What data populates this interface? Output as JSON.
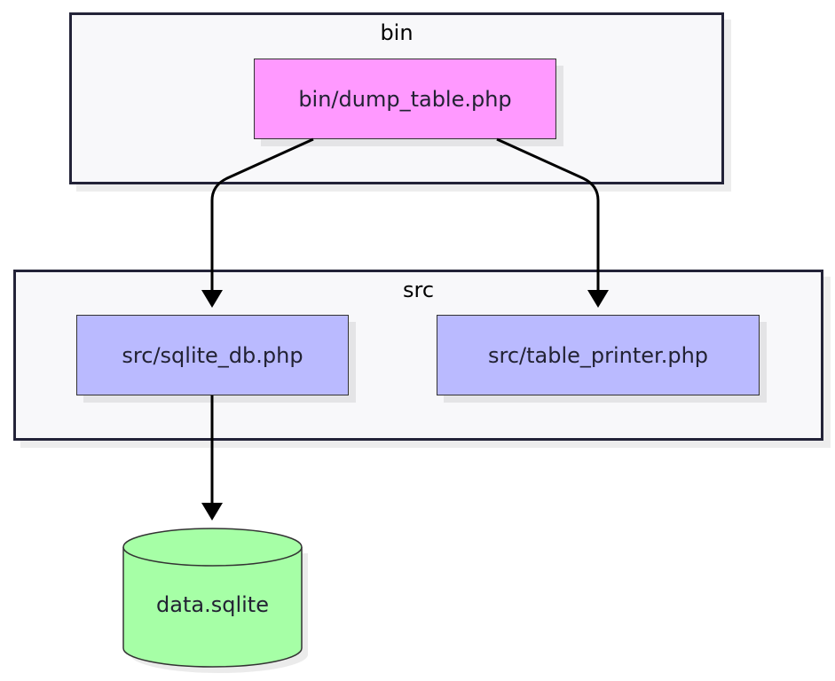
{
  "groups": {
    "bin": {
      "title": "bin"
    },
    "src": {
      "title": "src"
    }
  },
  "nodes": {
    "dump_table": {
      "label": "bin/dump_table.php",
      "color": "#ff99ff"
    },
    "sqlite_db": {
      "label": "src/sqlite_db.php",
      "color": "#babaff"
    },
    "table_printer": {
      "label": "src/table_printer.php",
      "color": "#babaff"
    },
    "data_sqlite": {
      "label": "data.sqlite",
      "color": "#a6ffa6"
    }
  },
  "edges": [
    {
      "from": "bin/dump_table.php",
      "to": "src/sqlite_db.php"
    },
    {
      "from": "bin/dump_table.php",
      "to": "src/table_printer.php"
    },
    {
      "from": "src/sqlite_db.php",
      "to": "data.sqlite"
    }
  ]
}
